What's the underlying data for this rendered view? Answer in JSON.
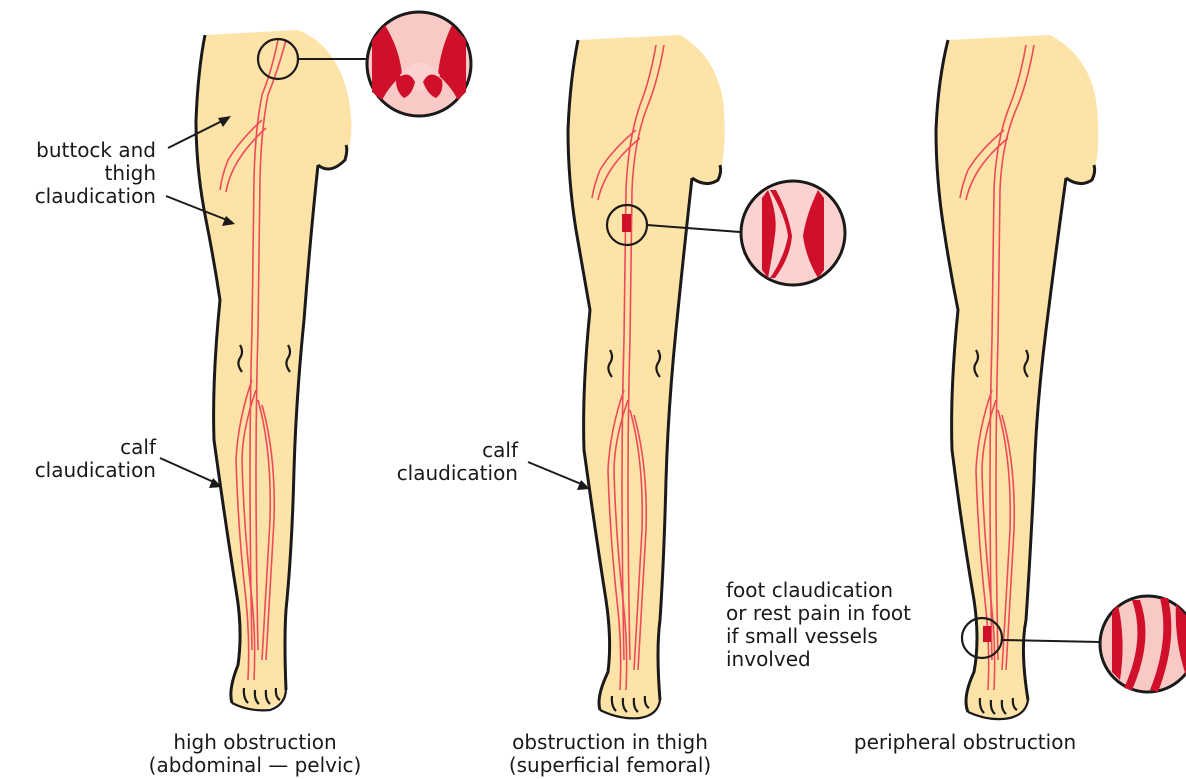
{
  "colors": {
    "skin": "#fde3a7",
    "outline": "#1a1a1a",
    "artery": "#ef4a5a",
    "artery_fill": "#fbd2cf",
    "zoom_bg": "#f9c9c6",
    "plaque": "#d0102a",
    "text": "#1a1a1a"
  },
  "labels": {
    "buttock_thigh": [
      "buttock and",
      "thigh",
      "claudication"
    ],
    "calf_1": [
      "calf",
      "claudication"
    ],
    "calf_2": [
      "calf",
      "claudication"
    ],
    "foot": [
      "foot claudication",
      "or rest pain in foot",
      "if small vessels",
      "involved"
    ]
  },
  "captions": {
    "leg1": [
      "high obstruction",
      "(abdominal — pelvic)"
    ],
    "leg2": [
      "obstruction in thigh",
      "(superficial femoral)"
    ],
    "leg3": [
      "peripheral obstruction"
    ]
  }
}
